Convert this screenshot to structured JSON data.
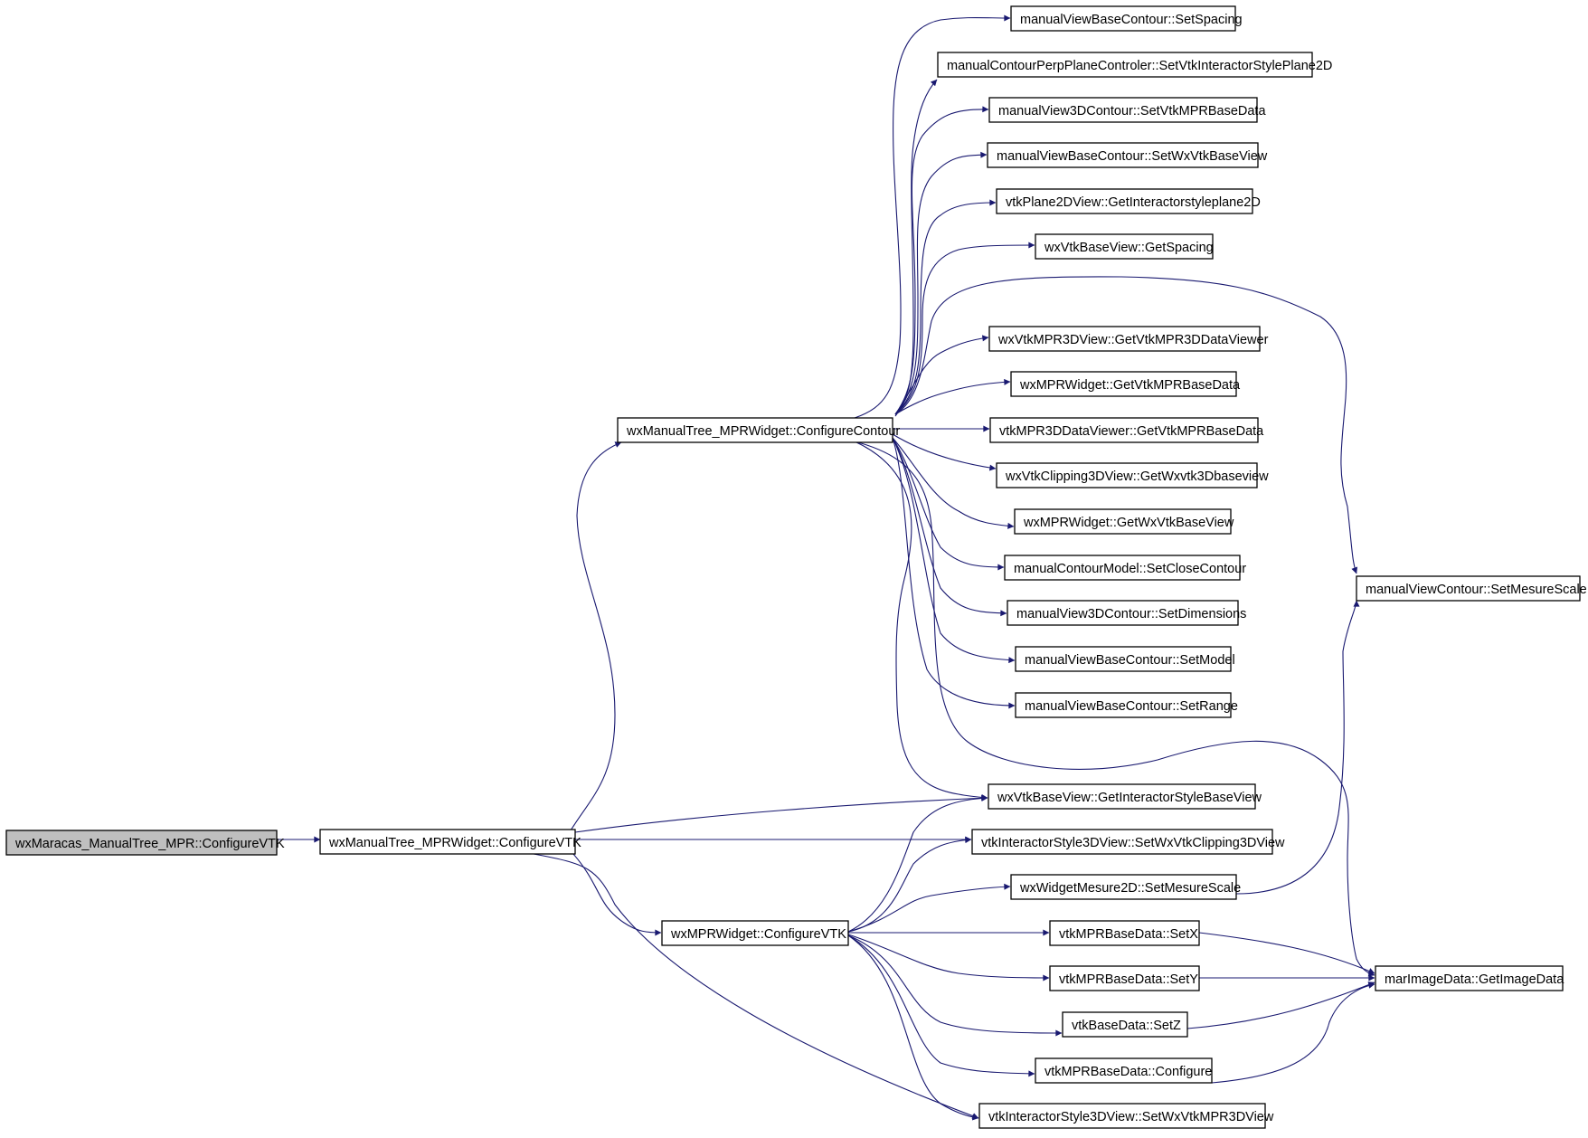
{
  "nodes": {
    "root": "wxMaracas_ManualTree_MPR::ConfigureVTK",
    "cfg_vtk": "wxManualTree_MPRWidget::ConfigureVTK",
    "cfg_contour": "wxManualTree_MPRWidget::ConfigureContour",
    "mpr_cfg": "wxMPRWidget::ConfigureVTK",
    "set_spacing": "manualViewBaseContour::SetSpacing",
    "perp_plane": "manualContourPerpPlaneControler::SetVtkInteractorStylePlane2D",
    "view3d_mpr": "manualView3DContour::SetVtkMPRBaseData",
    "set_wxvtk": "manualViewBaseContour::SetWxVtkBaseView",
    "plane2d": "vtkPlane2DView::GetInteractorstyleplane2D",
    "get_spacing": "wxVtkBaseView::GetSpacing",
    "mpr3d_viewer": "wxVtkMPR3DView::GetVtkMPR3DDataViewer",
    "mprw_basedata": "wxMPRWidget::GetVtkMPRBaseData",
    "viewer_basedata": "vtkMPR3DDataViewer::GetVtkMPRBaseData",
    "clip_base": "wxVtkClipping3DView::GetWxvtk3Dbaseview",
    "mprw_wxbase": "wxMPRWidget::GetWxVtkBaseView",
    "close_contour": "manualContourModel::SetCloseContour",
    "dims": "manualView3DContour::SetDimensions",
    "set_model": "manualViewBaseContour::SetModel",
    "set_range": "manualViewBaseContour::SetRange",
    "mesure_scale": "manualViewContour::SetMesureScale",
    "interactor_base": "wxVtkBaseView::GetInteractorStyleBaseView",
    "clip3d": "vtkInteractorStyle3DView::SetWxVtkClipping3DView",
    "widget_mesure": "wxWidgetMesure2D::SetMesureScale",
    "setx": "vtkMPRBaseData::SetX",
    "sety": "vtkMPRBaseData::SetY",
    "setz": "vtkBaseData::SetZ",
    "configure": "vtkMPRBaseData::Configure",
    "mpr3dview": "vtkInteractorStyle3DView::SetWxVtkMPR3DView",
    "get_image": "marImageData::GetImageData"
  },
  "colors": {
    "edge": "#191970",
    "root_fill": "#bfbfbf",
    "node_fill": "#ffffff",
    "node_border": "#000000"
  }
}
